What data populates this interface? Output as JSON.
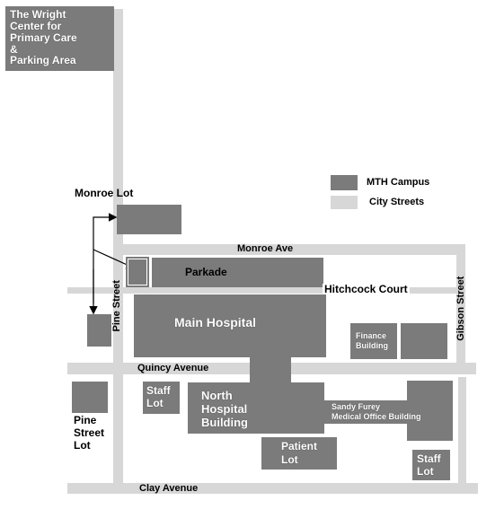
{
  "title_box": {
    "line1": "The Wright",
    "line2": "Center for",
    "line3": "Primary Care",
    "line4": "&",
    "line5": "Parking Area"
  },
  "legend": {
    "campus_label": "MTH Campus",
    "streets_label": "City Streets",
    "campus_color": "#7b7b7b",
    "streets_color": "#d7d7d7"
  },
  "streets": {
    "monroe_ave": "Monroe Ave",
    "hitchcock_court": "Hitchcock Court",
    "pine_street": "Pine Street",
    "gibson_street": "Gibson Street",
    "quincy_avenue": "Quincy Avenue",
    "clay_avenue": "Clay Avenue"
  },
  "places": {
    "monroe_lot": "Monroe Lot",
    "parkade": "Parkade",
    "main_hospital": "Main Hospital",
    "finance_building_1": "Finance",
    "finance_building_2": "Building",
    "staff_lot_1": "Staff",
    "staff_lot_2": "Lot",
    "north_hospital_1": "North",
    "north_hospital_2": "Hospital",
    "north_hospital_3": "Building",
    "sandy_furey_1": "Sandy Furey",
    "sandy_furey_2": "Medical Office Building",
    "pine_street_lot_1": "Pine",
    "pine_street_lot_2": "Street",
    "pine_street_lot_3": "Lot",
    "patient_lot_1": "Patient",
    "patient_lot_2": "Lot",
    "staff_lot_right_1": "Staff",
    "staff_lot_right_2": "Lot"
  }
}
